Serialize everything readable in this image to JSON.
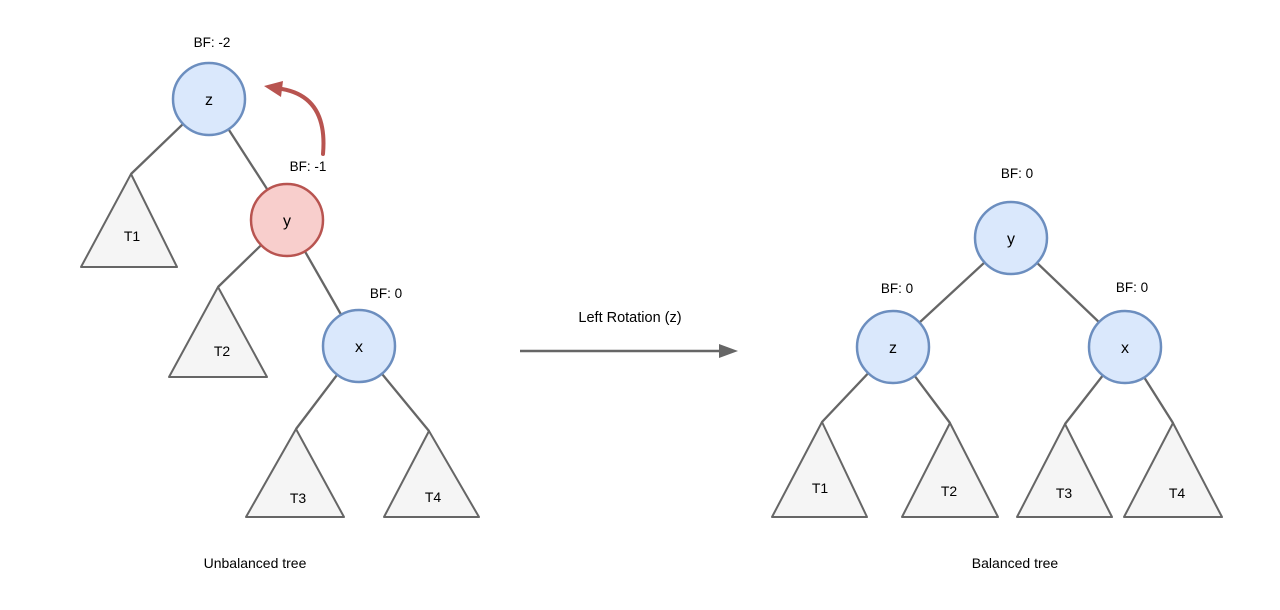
{
  "left_tree": {
    "caption": "Unbalanced tree",
    "nodes": [
      {
        "id": "z",
        "label": "z",
        "bf": "BF: -2",
        "color": "blue"
      },
      {
        "id": "y",
        "label": "y",
        "bf": "BF: -1",
        "color": "red"
      },
      {
        "id": "x",
        "label": "x",
        "bf": "BF: 0",
        "color": "blue"
      }
    ],
    "subtrees": [
      {
        "label": "T1"
      },
      {
        "label": "T2"
      },
      {
        "label": "T3"
      },
      {
        "label": "T4"
      }
    ]
  },
  "transition": {
    "label": "Left Rotation (z)"
  },
  "right_tree": {
    "caption": "Balanced tree",
    "nodes": [
      {
        "id": "y",
        "label": "y",
        "bf": "BF: 0",
        "color": "blue"
      },
      {
        "id": "z",
        "label": "z",
        "bf": "BF: 0",
        "color": "blue"
      },
      {
        "id": "x",
        "label": "x",
        "bf": "BF: 0",
        "color": "blue"
      }
    ],
    "subtrees": [
      {
        "label": "T1"
      },
      {
        "label": "T2"
      },
      {
        "label": "T3"
      },
      {
        "label": "T4"
      }
    ]
  },
  "colors": {
    "node_blue_fill": "#dae8fc",
    "node_blue_stroke": "#6c8ebf",
    "node_red_fill": "#f8cecc",
    "node_red_stroke": "#b85450",
    "subtree_fill": "#f5f5f5",
    "subtree_stroke": "#666666",
    "edge": "#666666",
    "rotation_arrow": "#b85450",
    "text": "#000000"
  }
}
